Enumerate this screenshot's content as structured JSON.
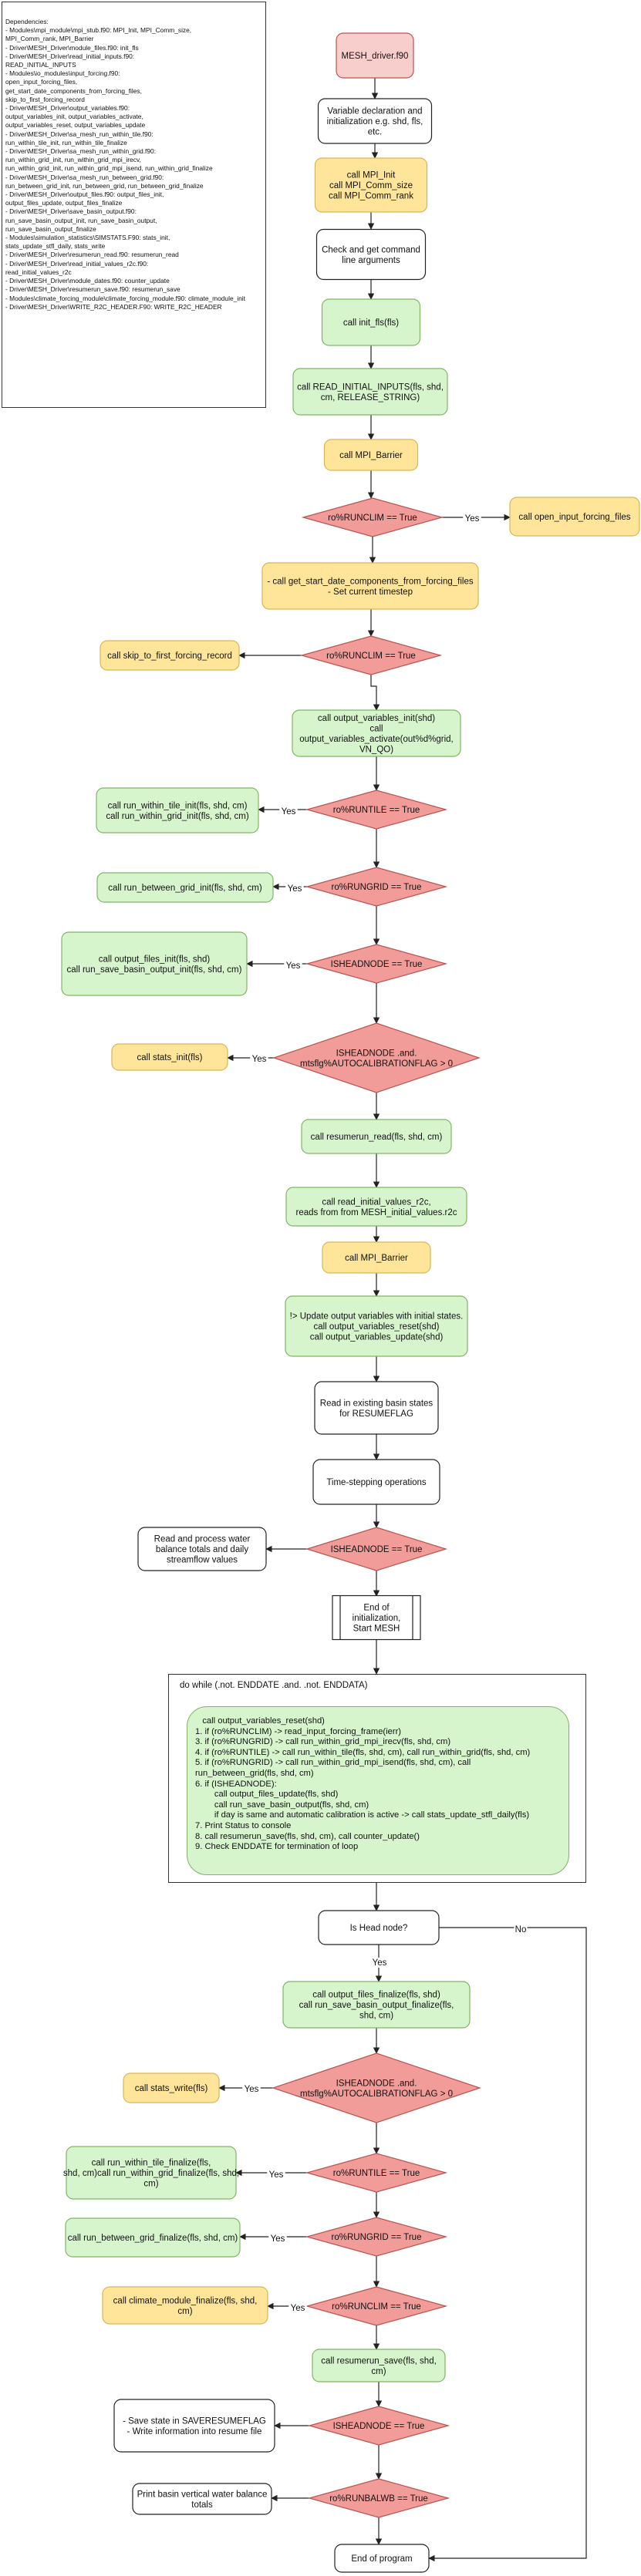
{
  "dependencies": {
    "title": "Dependencies:",
    "lines": [
      "- Modules\\mpi_module\\mpi_stub.f90: MPI_Init, MPI_Comm_size,",
      "MPI_Comm_rank, MPI_Barrier",
      "- Driver\\MESH_Driver\\module_files.f90: init_fls",
      "- Driver\\MESH_Driver\\read_initial_inputs.f90:",
      "      READ_INITIAL_INPUTS",
      "- Modules\\io_modules\\input_forcing.f90:",
      "      open_input_forcing_files,",
      "      get_start_date_components_from_forcing_files,",
      "      skip_to_first_forcing_record",
      "- Driver\\MESH_Driver\\output_variables.f90:",
      "      output_variables_init, output_variables_activate,",
      "      output_variables_reset, output_variables_update",
      "- Driver\\MESH_Driver\\sa_mesh_run_within_tile.f90:",
      "      run_within_tile_init, run_within_tile_finalize",
      "- Driver\\MESH_Driver\\sa_mesh_run_within_grid.f90:",
      "      run_within_grid_init, run_within_grid_mpi_irecv,",
      "      run_within_grid_init, run_within_grid_mpi_isend, run_within_grid_finalize",
      "- Driver\\MESH_Driver\\sa_mesh_run_between_grid.f90:",
      "      run_between_grid_init, run_between_grid, run_between_grid_finalize",
      "- Driver\\MESH_Driver\\output_files.f90: output_files_init,",
      "      output_files_update, output_files_finalize",
      "- Driver\\MESH_Driver\\save_basin_output.f90:",
      "      run_save_basin_output_init, run_save_basin_output,",
      "      run_save_basin_output_finalize",
      "- Modules\\simulation_statistics\\SIMSTATS.F90: stats_init,",
      "      stats_update_stfl_daily, stats_write",
      "- Driver\\MESH_Driver\\resumerun_read.f90: resumerun_read",
      "- Driver\\MESH_Driver\\read_initial_values_r2c.f90:",
      "      read_initial_values_r2c",
      "- Driver\\MESH_Driver\\module_dates.f90: counter_update",
      "- Driver\\MESH_Driver\\resumerun_save.f90: resumerun_save",
      "- Modules\\climate_forcing_module\\climate_forcing_module.f90:   climate_module_init",
      "- Driver\\MESH_Driver\\WRITE_R2C_HEADER.F90: WRITE_R2C_HEADER"
    ]
  },
  "nodes": {
    "start": [
      "MESH_driver.f90"
    ],
    "var_decl": [
      "Variable declaration and",
      "initialization e.g. shd, fls,",
      "etc."
    ],
    "mpi_init": [
      "call MPI_Init",
      "call MPI_Comm_size",
      "call MPI_Comm_rank"
    ],
    "check_args": [
      "Check and get command",
      "line arguments"
    ],
    "init_fls": [
      "call init_fls(fls)"
    ],
    "read_inputs": [
      "call READ_INITIAL_INPUTS(fls, shd,",
      "cm, RELEASE_STRING)"
    ],
    "mpi_barrier_1": [
      "call MPI_Barrier"
    ],
    "d_runclim_1": [
      "ro%RUNCLIM == True"
    ],
    "open_forcing": [
      "call open_input_forcing_files"
    ],
    "get_start_date": [
      "- call get_start_date_components_from_forcing_files",
      "- Set current timestep"
    ],
    "d_runclim_2": [
      "ro%RUNCLIM == True"
    ],
    "skip_first": [
      "call skip_to_first_forcing_record"
    ],
    "output_vars_init": [
      "call output_variables_init(shd)",
      "call",
      "output_variables_activate(out%d%grid,",
      "VN_QO)"
    ],
    "d_runtile_1": [
      "ro%RUNTILE == True"
    ],
    "run_tile_init": [
      "call run_within_tile_init(fls, shd, cm)",
      "call run_within_grid_init(fls, shd, cm)"
    ],
    "d_rungrid_1": [
      "ro%RUNGRID == True"
    ],
    "run_between_init": [
      "call run_between_grid_init(fls, shd, cm)"
    ],
    "d_headnode_1": [
      "ISHEADNODE == True"
    ],
    "output_files_init": [
      "call output_files_init(fls, shd)",
      "call run_save_basin_output_init(fls, shd, cm)"
    ],
    "d_autocal_1": [
      "ISHEADNODE .and.",
      "mtsflg%AUTOCALIBRATIONFLAG > 0"
    ],
    "stats_init": [
      "call stats_init(fls)"
    ],
    "resume_read": [
      "call resumerun_read(fls, shd, cm)"
    ],
    "read_r2c": [
      "call read_initial_values_r2c,",
      "reads from from MESH_initial_values.r2c"
    ],
    "mpi_barrier_2": [
      "call MPI_Barrier"
    ],
    "update_outputs": [
      "!> Update output variables with initial states.",
      "call output_variables_reset(shd)",
      "call output_variables_update(shd)"
    ],
    "read_basin": [
      "Read in existing basin states",
      "for RESUMEFLAG"
    ],
    "time_ops": [
      "Time-stepping operations"
    ],
    "d_headnode_2": [
      "ISHEADNODE == True"
    ],
    "water_balance": [
      "Read and process water",
      "balance totals and daily",
      "streamflow values"
    ],
    "end_init": [
      "End of",
      "initialization,",
      "Start MESH"
    ],
    "is_head": [
      "Is Head node?"
    ],
    "output_finalize": [
      "call output_files_finalize(fls, shd)",
      "call run_save_basin_output_finalize(fls,",
      "shd, cm)"
    ],
    "d_autocal_2": [
      "ISHEADNODE .and.",
      "mtsflg%AUTOCALIBRATIONFLAG > 0"
    ],
    "stats_write": [
      "call stats_write(fls)"
    ],
    "d_runtile_2": [
      "ro%RUNTILE == True"
    ],
    "tile_finalize": [
      "call run_within_tile_finalize(fls,",
      "shd, cm)call run_within_grid_finalize(fls, shd,",
      "cm)"
    ],
    "d_rungrid_2": [
      "ro%RUNGRID == True"
    ],
    "between_finalize": [
      "call run_between_grid_finalize(fls, shd, cm)"
    ],
    "d_runclim_3": [
      "ro%RUNCLIM == True"
    ],
    "climate_finalize": [
      "call climate_module_finalize(fls, shd,",
      "cm)"
    ],
    "resume_save": [
      "call resumerun_save(fls, shd,",
      "cm)"
    ],
    "d_headnode_3": [
      "ISHEADNODE == True"
    ],
    "save_states": [
      "- Save state in SAVERESUMEFLAG",
      "- Write information into resume file"
    ],
    "d_runbalwb": [
      "ro%RUNBALWB == True"
    ],
    "print_balance": [
      "Print basin vertical water balance",
      "totals"
    ],
    "end_program": [
      "End of program"
    ]
  },
  "edge_labels": {
    "yes": "Yes",
    "no": "No"
  },
  "loop": {
    "title": "do while (.not. ENDDATE .and. .not. ENDDATA)",
    "lines": [
      "   call output_variables_reset(shd)",
      "1. if (ro%RUNCLIM) -> read_input_forcing_frame(ierr)",
      "3. if (ro%RUNGRID) -> call run_within_grid_mpi_irecv(fls, shd, cm)",
      "4. if (ro%RUNTILE) -> call run_within_tile(fls, shd, cm), call run_within_grid(fls, shd, cm)",
      "5. if (ro%RUNGRID) -> call run_within_grid_mpi_isend(fls, shd, cm), call",
      "run_between_grid(fls, shd, cm)",
      "6. if (ISHEADNODE):",
      "        call output_files_update(fls, shd)",
      "        call run_save_basin_output(fls, shd, cm)",
      "        if day is same and automatic calibration is active -> call stats_update_stfl_daily(fls)",
      "7. Print Status to console",
      "8. call resumerun_save(fls, shd, cm), call counter_update()",
      "9. Check ENDDATE for termination of loop"
    ]
  },
  "colors": {
    "red_fill": "#f8cecc",
    "red_stroke": "#b85450",
    "diamond_fill": "#f19c99",
    "green_fill": "#d5e8d4",
    "green_fill_bright": "#d6f5cd",
    "green_stroke": "#82b366",
    "yellow_fill": "#ffe599",
    "yellow_stroke": "#d6b656",
    "white_fill": "#ffffff",
    "line": "#222222"
  }
}
